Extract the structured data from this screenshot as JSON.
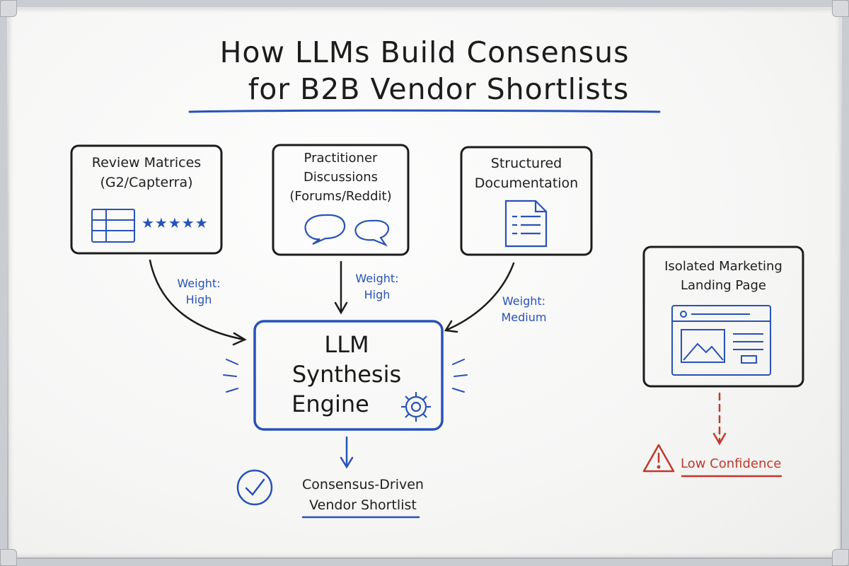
{
  "title": {
    "line1": "How LLMs Build Consensus",
    "line2": "for B2B Vendor Shortlists"
  },
  "sources": [
    {
      "label_line1": "Review Matrices",
      "label_line2": "(G2/Capterra)",
      "icon": "grid-table-icon",
      "stars": "★★★★★",
      "weight_label": "Weight:",
      "weight_value": "High"
    },
    {
      "label_line1": "Practitioner",
      "label_line2": "Discussions",
      "label_line3": "(Forums/Reddit)",
      "icon": "speech-bubbles-icon",
      "weight_label": "Weight:",
      "weight_value": "High"
    },
    {
      "label_line1": "Structured",
      "label_line2": "Documentation",
      "icon": "document-icon",
      "weight_label": "Weight:",
      "weight_value": "Medium"
    }
  ],
  "engine": {
    "line1": "LLM",
    "line2": "Synthesis",
    "line3": "Engine",
    "icon": "gear-icon"
  },
  "output": {
    "line1": "Consensus-Driven",
    "line2": "Vendor Shortlist",
    "icon": "check-circle-icon"
  },
  "isolated": {
    "label_line1": "Isolated Marketing",
    "label_line2": "Landing Page",
    "icon": "landing-page-icon",
    "warning_icon": "warning-icon",
    "result": "Low Confidence"
  },
  "colors": {
    "ink": "#1e1e1e",
    "blue": "#2752b8",
    "red": "#c0392b"
  }
}
